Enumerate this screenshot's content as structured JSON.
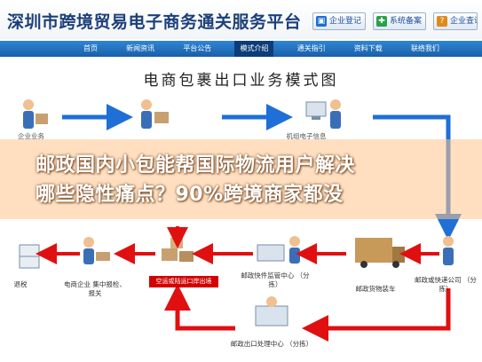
{
  "header": {
    "site_title": "深圳市跨境贸易电子商务通关服务平台",
    "buttons": [
      {
        "label": "企业登记",
        "icon": "building-icon",
        "color": "#1d6fd1"
      },
      {
        "label": "系统备案",
        "icon": "register-icon",
        "color": "#2aa04a"
      },
      {
        "label": "企业查询",
        "icon": "query-icon",
        "color": "#e08a1c"
      }
    ]
  },
  "nav": {
    "items": [
      "首页",
      "新闻资讯",
      "平台公告",
      "模式介绍",
      "通关指引",
      "资料下载",
      "联络我们"
    ],
    "active_index": 3
  },
  "diagram": {
    "title": "电商包裹出口业务模式图",
    "nodes": {
      "top_left": "企业业务",
      "mid_left": "机组电子信息",
      "left": "电商企业\n集中报检、报关",
      "tax": "退税",
      "center_bottom": "邮政出口处理中心\n（分拣）",
      "mid": "邮政快件监管中心\n（分拣）",
      "loading": "邮政货物装车",
      "right": "邮政或快递公司\n（分拣）"
    },
    "red_label": "空运或陆运口岸出境"
  },
  "overlay": {
    "headline_line1": "邮政国内小包能帮国际物流用户解决",
    "headline_line2": "哪些隐性痛点？90%跨境商家都没"
  }
}
